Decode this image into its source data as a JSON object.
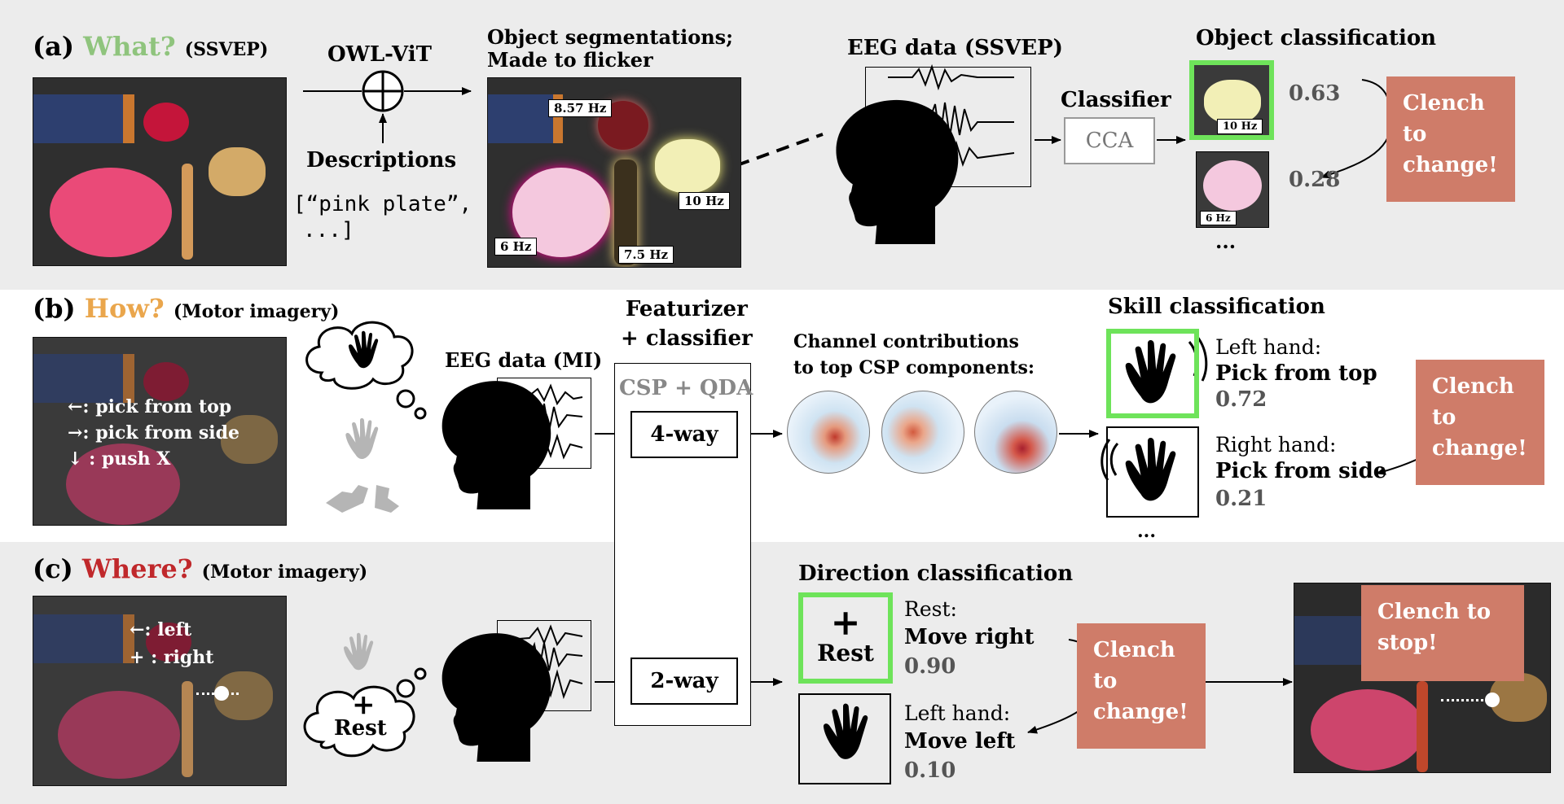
{
  "panel_a": {
    "letter": "(a)",
    "question": "What?",
    "paradigm": "(SSVEP)",
    "owl_vit": "OWL-ViT",
    "descriptions": "Descriptions",
    "code_line1": "[“pink plate”,",
    "code_line2": "...]",
    "seg_title1": "Object segmentations;",
    "seg_title2": "Made to flicker",
    "freq_857": "8.57 Hz",
    "freq_10": "10 Hz",
    "freq_6": "6 Hz",
    "freq_75": "7.5 Hz",
    "eeg_title": "EEG data (SSVEP)",
    "classifier_label": "Classifier",
    "cca": "CCA",
    "obj_class_title": "Object classification",
    "thumb1_label": "10 Hz",
    "thumb2_label": "6 Hz",
    "score1": "0.63",
    "score2": "0.28",
    "ellipsis": "...",
    "clench": [
      "Clench",
      "to",
      "change!"
    ]
  },
  "panel_b": {
    "letter": "(b)",
    "question": "How?",
    "paradigm": "(Motor imagery)",
    "legend1": "←: pick from top",
    "legend2": "→: pick from side",
    "legend3": "↓ : push X",
    "eeg_title": "EEG data (MI)",
    "featurizer1": "Featurizer",
    "featurizer2": "+ classifier",
    "csp_qda": "CSP + QDA",
    "fourway": "4-way",
    "contrib1": "Channel contributions",
    "contrib2": "to top CSP components:",
    "skill_title": "Skill classification",
    "hand1_name": "Left hand:",
    "hand1_action": "Pick from top",
    "hand1_score": "0.72",
    "hand2_name": "Right hand:",
    "hand2_action": "Pick from side",
    "hand2_score": "0.21",
    "ellipsis": "...",
    "clench": [
      "Clench",
      "to",
      "change!"
    ]
  },
  "panel_c": {
    "letter": "(c)",
    "question": "Where?",
    "paradigm": "(Motor imagery)",
    "legend1": "←: left",
    "legend2": "+ : right",
    "rest_bubble": "Rest",
    "twoway": "2-way",
    "dir_title": "Direction classification",
    "rest_box": "Rest",
    "dir1_name": "Rest:",
    "dir1_action": "Move right",
    "dir1_score": "0.90",
    "dir2_name": "Left hand:",
    "dir2_action": "Move left",
    "dir2_score": "0.10",
    "clench": [
      "Clench",
      "to",
      "change!"
    ],
    "stop": [
      "Clench to",
      "stop!"
    ]
  },
  "colors": {
    "what": "#8fc47d",
    "how": "#eaa64c",
    "where": "#c0282b",
    "clench_box": "#cf7c69",
    "highlight": "#6ee35a",
    "band_bg": "#ececec"
  }
}
